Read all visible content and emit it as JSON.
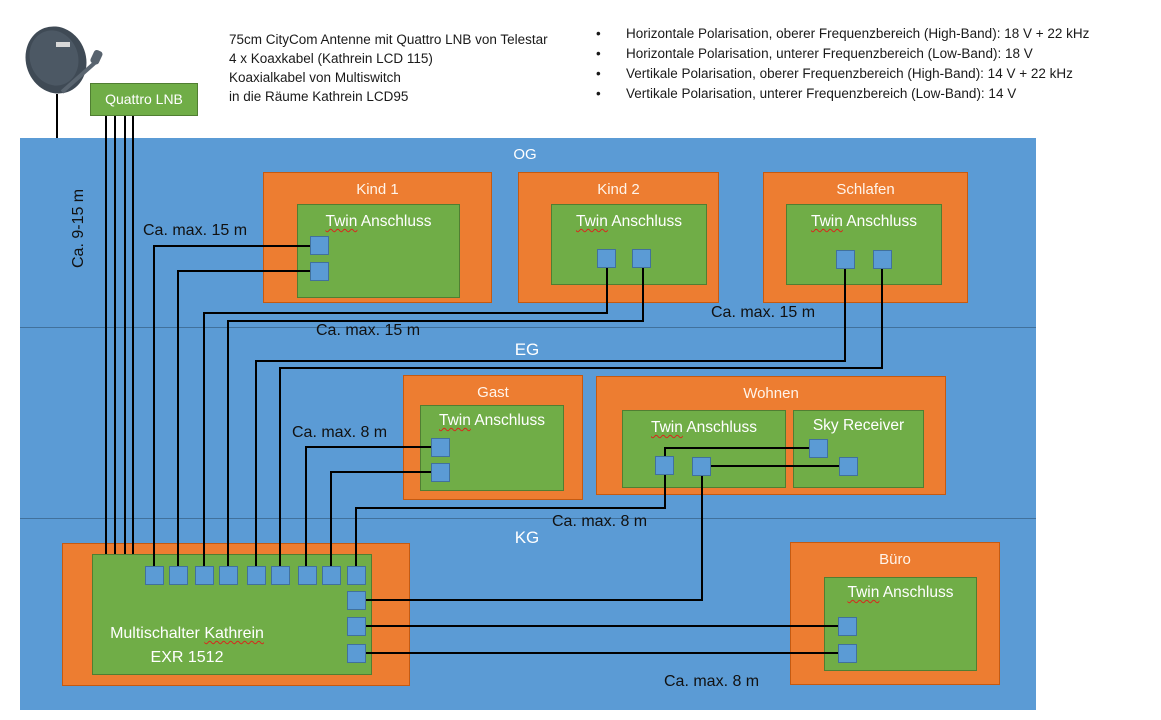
{
  "header": {
    "notes": [
      "75cm CityCom Antenne mit Quattro LNB von Telestar",
      "4 x Koaxkabel (Kathrein LCD 115)",
      "Koaxialkabel von Multiswitch",
      "in die Räume Kathrein LCD95"
    ],
    "polarisation": [
      "Horizontale Polarisation, oberer Frequenzbereich (High-Band): 18 V + 22 kHz",
      "Horizontale Polarisation, unterer Frequenzbereich (Low-Band): 18 V",
      "Vertikale Polarisation, oberer Frequenzbereich (High-Band): 14 V + 22 kHz",
      "Vertikale Polarisation, unterer Frequenzbereich (Low-Band): 14 V"
    ]
  },
  "antenna": {
    "icon": "satellite-dish-icon",
    "lnb_label": "Quattro LNB",
    "riser_label": "Ca. 9-15 m"
  },
  "floors": {
    "og": {
      "label": "OG"
    },
    "eg": {
      "label": "EG"
    },
    "kg": {
      "label": "KG"
    }
  },
  "rooms": {
    "kind1": {
      "name": "Kind 1",
      "socket": "Twin Anschluss"
    },
    "kind2": {
      "name": "Kind 2",
      "socket": "Twin Anschluss"
    },
    "schlafen": {
      "name": "Schlafen",
      "socket": "Twin Anschluss"
    },
    "gast": {
      "name": "Gast",
      "socket": "Twin Anschluss"
    },
    "wohnen": {
      "name": "Wohnen",
      "socket": "Twin Anschluss",
      "receiver": "Sky Receiver"
    },
    "buero": {
      "name": "Büro",
      "socket": "Twin Anschluss"
    }
  },
  "multiswitch": {
    "line1": "Multischalter Kathrein",
    "line2": "EXR 1512",
    "outputs": 12
  },
  "distances": {
    "kind1": "Ca. max. 15 m",
    "kind2": "Ca. max. 15 m",
    "schlafen": "Ca. max. 15 m",
    "gast": "Ca. max. 8 m",
    "wohnen": "Ca. max. 8 m",
    "buero": "Ca. max. 8 m"
  },
  "colors": {
    "floor": "#5b9bd5",
    "room": "#ed7d31",
    "socket": "#70ad47",
    "wire": "#000000"
  }
}
